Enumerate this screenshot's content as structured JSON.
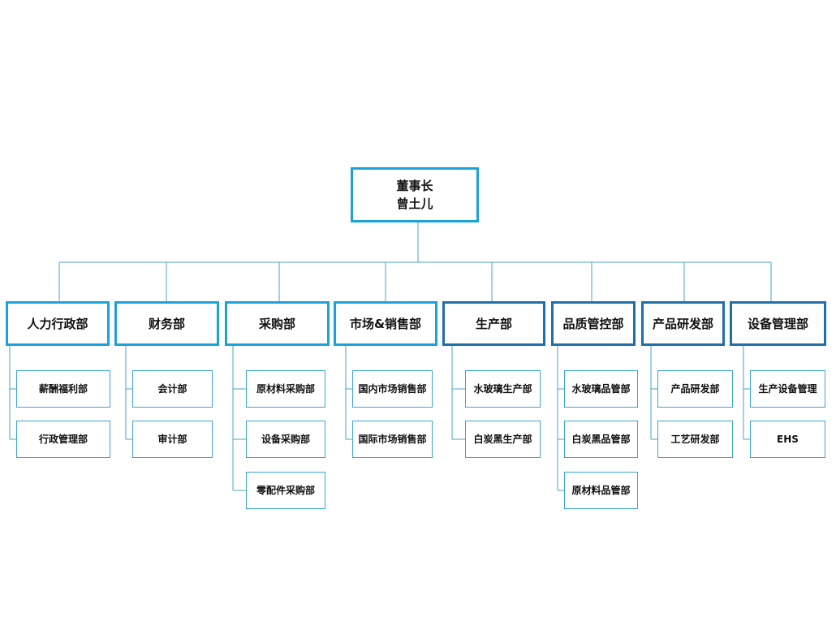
{
  "root": {
    "title": "董事长",
    "name": "曾土儿"
  },
  "departments": [
    {
      "name": "人力行政部",
      "subs": [
        "薪酬福利部",
        "行政管理部"
      ]
    },
    {
      "name": "财务部",
      "subs": [
        "会计部",
        "审计部"
      ]
    },
    {
      "name": "采购部",
      "subs": [
        "原材料采购部",
        "设备采购部",
        "零配件采购部"
      ]
    },
    {
      "name": "市场&销售部",
      "subs": [
        "国内市场销售部",
        "国际市场销售部"
      ]
    },
    {
      "name": "生产部",
      "subs": [
        "水玻璃生产部",
        "白炭黑生产部"
      ]
    },
    {
      "name": "品质管控部",
      "subs": [
        "水玻璃品管部",
        "白炭黑品管部",
        "原材料品管部"
      ]
    },
    {
      "name": "产品研发部",
      "subs": [
        "产品研发部",
        "工艺研发部"
      ]
    },
    {
      "name": "设备管理部",
      "subs": [
        "生产设备管理",
        "EHS"
      ]
    }
  ],
  "colors": {
    "line": "#4aa3c9",
    "border": "#1aa3d9",
    "border_dark": "#1f6fa8"
  }
}
